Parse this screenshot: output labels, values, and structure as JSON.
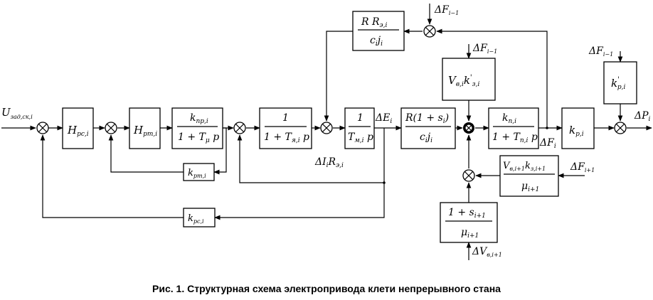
{
  "caption": "Рис. 1. Структурная схема электропривода клети непрерывного стана",
  "signals": {
    "u_input": "U",
    "u_input_sub": "зад,ск,i",
    "dE": "ΔE",
    "dE_sub": "i",
    "dF_top": "ΔF",
    "dF_top_sub": "i−1",
    "dF_mid": "ΔF",
    "dF_mid_sub": "i−1",
    "dF_right": "ΔF",
    "dF_right_sub": "i−1",
    "dF_out": "ΔF",
    "dF_out_sub": "i",
    "dF_next": "ΔF",
    "dF_next_sub": "i+1",
    "dP": "ΔP",
    "dP_sub": "i",
    "dV": "ΔV",
    "dV_sub": "в,i+1",
    "dIR_a": "ΔI",
    "dIR_b": "i",
    "dIR_c": "R",
    "dIR_d": "э,i"
  },
  "blocks": {
    "h_rs": {
      "a": "H",
      "sub": "рс,i"
    },
    "h_rt": {
      "a": "H",
      "sub": "рт,i"
    },
    "k_pr_num": {
      "a": "k",
      "sub": "пр,i"
    },
    "k_pr_den": {
      "a": "1 + T",
      "sub": "μ",
      "b": " p"
    },
    "tf_den_num": "1",
    "tf_den": {
      "a": "1 + T",
      "sub": "я,i",
      "b": " p"
    },
    "tm_num": "1",
    "tm_den": {
      "a": "T",
      "sub": "м,i",
      "b": " p"
    },
    "r_num": {
      "a": "R(1 + s",
      "sub": "i",
      "b": ")"
    },
    "r_den": {
      "a": "c",
      "sub": "i",
      "b": "j",
      "sub2": "i"
    },
    "rr_num": {
      "a": "R  R",
      "sub": "э,i"
    },
    "rr_den": {
      "a": "c",
      "sub": "i",
      "b": "j",
      "sub2": "i"
    },
    "vk": {
      "a": "V",
      "sub": "в,i",
      "b": "k",
      "sup": "'",
      "sub2": "з,i"
    },
    "kp_num": {
      "a": "k",
      "sub": "п,i"
    },
    "kp_den": {
      "a": "1 + T",
      "sub": "п,i",
      "b": " p"
    },
    "kp_gain": {
      "a": "k",
      "sub": "р,i"
    },
    "kp_prime": {
      "a": "k",
      "sup": "'",
      "sub": "р,i"
    },
    "vnext_num": {
      "a": "V",
      "sub": "в,i+1",
      "b": "k",
      "sub2": "з,i+1"
    },
    "vnext_den": {
      "a": "μ",
      "sub": "i+1"
    },
    "snext_num": {
      "a": "1 + s",
      "sub": "i+1"
    },
    "snext_den": {
      "a": "μ",
      "sub": "i+1"
    },
    "k_rt": {
      "a": "k",
      "sub": "рт,i"
    },
    "k_rs": {
      "a": "k",
      "sub": "рс,i"
    }
  }
}
